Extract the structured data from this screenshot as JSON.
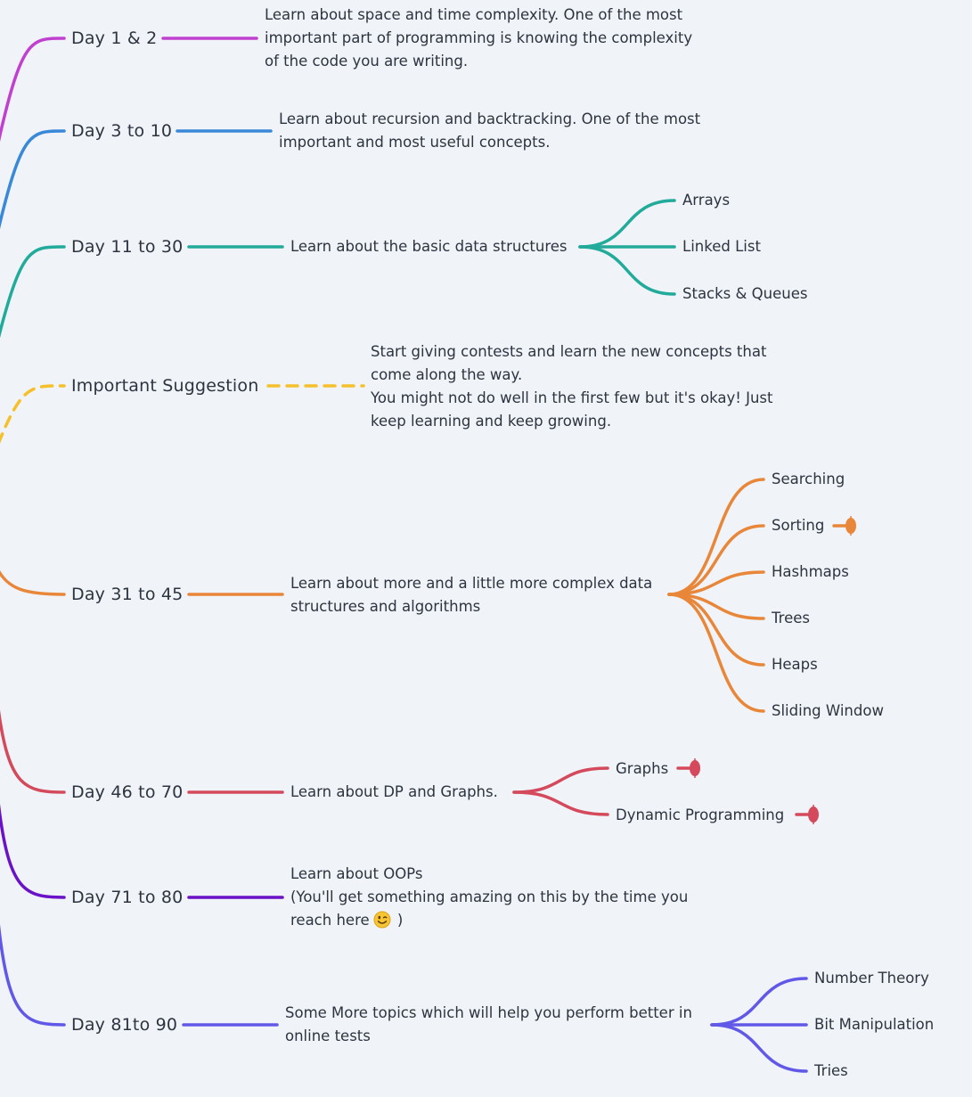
{
  "mindmap": {
    "branches": [
      {
        "id": "day-1-2",
        "label": "Day 1 & 2",
        "color": "#c040d0",
        "description": "Learn about space and time complexity. One of the most\nimportant part of programming is knowing the complexity\nof the code you are writing.",
        "children": []
      },
      {
        "id": "day-3-10",
        "label": "Day 3 to 10",
        "color": "#3a88d8",
        "description": "Learn about recursion and backtracking. One of the most\nimportant and most useful concepts.",
        "children": []
      },
      {
        "id": "day-11-30",
        "label": "Day 11 to 30",
        "color": "#22aa9a",
        "description": "Learn about the basic data structures",
        "children": [
          {
            "label": "Arrays"
          },
          {
            "label": "Linked List"
          },
          {
            "label": "Stacks & Queues"
          }
        ]
      },
      {
        "id": "important-suggestion",
        "label": "Important Suggestion",
        "color": "#f6c02c",
        "dashed": true,
        "description": "Start giving contests and learn the new concepts that\ncome along the way.\nYou might not do well in the first few but it's okay! Just\nkeep learning and keep growing.",
        "children": []
      },
      {
        "id": "day-31-45",
        "label": "Day 31 to 45",
        "color": "#e8873a",
        "description": "Learn about more and a little more complex data\nstructures and algorithms",
        "children": [
          {
            "label": "Searching"
          },
          {
            "label": "Sorting",
            "collapsed": true
          },
          {
            "label": "Hashmaps"
          },
          {
            "label": "Trees"
          },
          {
            "label": "Heaps"
          },
          {
            "label": "Sliding Window"
          }
        ]
      },
      {
        "id": "day-46-70",
        "label": "Day 46 to 70",
        "color": "#d44a5c",
        "description": "Learn about DP and Graphs.",
        "children": [
          {
            "label": "Graphs",
            "collapsed": true
          },
          {
            "label": "Dynamic Programming",
            "collapsed": true
          }
        ]
      },
      {
        "id": "day-71-80",
        "label": "Day 71 to 80",
        "color": "#6a12c6",
        "description": "Learn about OOPs\n(You'll get something amazing on this by the time you\nreach here",
        "description_suffix": " )",
        "description_emoji": "winking-face-emoji",
        "children": []
      },
      {
        "id": "day-81-90",
        "label": "Day 81to 90",
        "color": "#6258e8",
        "description": "Some More topics which will help you perform better in\nonline tests",
        "children": [
          {
            "label": "Number Theory"
          },
          {
            "label": "Bit Manipulation"
          },
          {
            "label": "Tries"
          }
        ]
      }
    ]
  }
}
